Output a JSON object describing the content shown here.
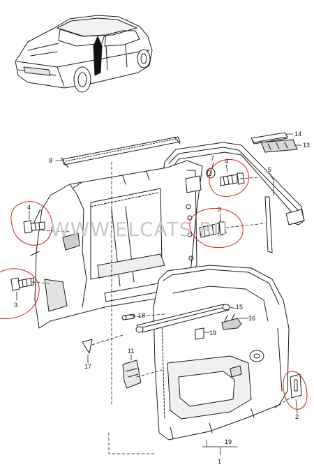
{
  "diagram": {
    "watermark": "WWW.ELCATS.RU",
    "callouts": [
      {
        "id": "c1",
        "text": "1"
      },
      {
        "id": "c2",
        "text": "2"
      },
      {
        "id": "c3a",
        "text": "3"
      },
      {
        "id": "c3b",
        "text": "3"
      },
      {
        "id": "c4a",
        "text": "4"
      },
      {
        "id": "c4b",
        "text": "4"
      },
      {
        "id": "c5",
        "text": "5"
      },
      {
        "id": "c7",
        "text": "7"
      },
      {
        "id": "c8",
        "text": "8"
      },
      {
        "id": "c11",
        "text": "11"
      },
      {
        "id": "c13",
        "text": "13"
      },
      {
        "id": "c14",
        "text": "14"
      },
      {
        "id": "c15",
        "text": "15"
      },
      {
        "id": "c16",
        "text": "16"
      },
      {
        "id": "c17",
        "text": "17"
      },
      {
        "id": "c18",
        "text": "18"
      },
      {
        "id": "c19a",
        "text": "19"
      },
      {
        "id": "c19b",
        "text": "19"
      }
    ],
    "colors": {
      "line": "#1a1a1a",
      "fill": "#ffffff",
      "shade": "#dcdcdc",
      "highlight": "#d0201a"
    }
  }
}
